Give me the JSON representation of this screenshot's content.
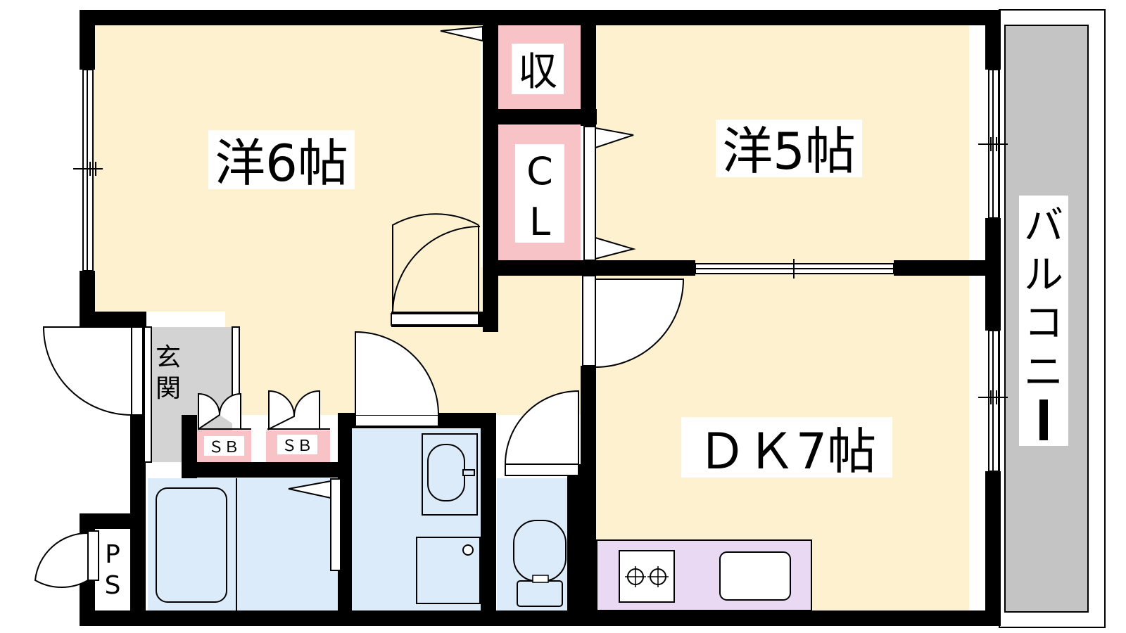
{
  "rooms": {
    "western_6": "洋6帖",
    "western_5": "洋5帖",
    "dk_7": "ＤＫ7帖"
  },
  "storage": {
    "shu": "収",
    "closet_c": "C",
    "closet_l": "L",
    "shoebox_1": "ＳＢ",
    "shoebox_2": "ＳＢ"
  },
  "entrance": {
    "char_1": "玄",
    "char_2": "関"
  },
  "pipe_space": {
    "char_1": "P",
    "char_2": "S"
  },
  "balcony": {
    "char_1": "バ",
    "char_2": "ル",
    "char_3": "コ",
    "char_4": "ニ",
    "char_5": "ー"
  },
  "colors": {
    "room_floor": "#fdf1cf",
    "wet_area": "#dcebfa",
    "storage": "#f8c3c7",
    "kitchen": "#ead9f2",
    "genkan": "#d3d3d3",
    "balcony": "#c4c4c4",
    "wall": "#000000"
  }
}
